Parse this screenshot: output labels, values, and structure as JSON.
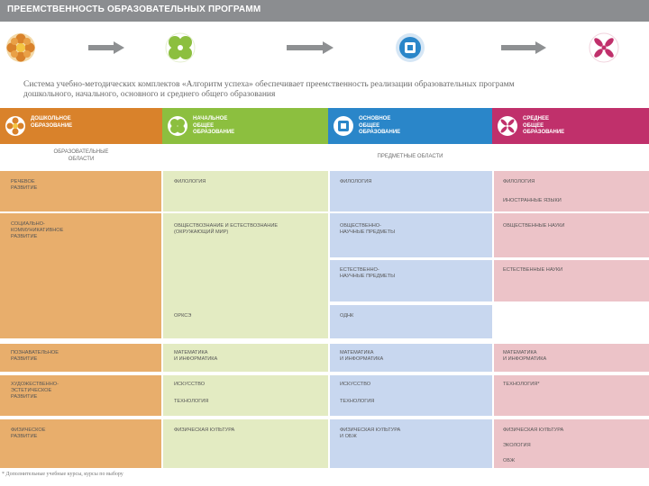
{
  "title": "ПРЕЕМСТВЕННОСТЬ ОБРАЗОВАТЕЛЬНЫХ ПРОГРАММ",
  "intro": "Система учебно-методических комплектов «Алгоритм успеха» обеспечивает преемственность реализации образовательных программ дошкольного, начального, основного и среднего общего образования",
  "levels": [
    {
      "icon": "orange-flower-icon",
      "color": "#d9822b",
      "label": "ДОШКОЛЬНОЕ\nОБРАЗОВАНИЕ"
    },
    {
      "icon": "green-clover-icon",
      "color": "#8cbf3f",
      "label": "НАЧАЛЬНОЕ\nОБЩЕЕ\nОБРАЗОВАНИЕ"
    },
    {
      "icon": "blue-square-icon",
      "color": "#2a86c9",
      "label": "ОСНОВНОЕ\nОБЩЕЕ\nОБРАЗОВАНИЕ"
    },
    {
      "icon": "crimson-x-icon",
      "color": "#c0306b",
      "label": "СРЕДНЕЕ\nОБЩЕЕ\nОБРАЗОВАНИЕ"
    }
  ],
  "column_headers": {
    "educational_areas": "ОБРАЗОВАТЕЛЬНЫЕ\nОБЛАСТИ",
    "subject_areas": "ПРЕДМЕТНЫЕ ОБЛАСТИ"
  },
  "col_colors": [
    "#e8ae6c",
    "#e3ebc2",
    "#c8d7ef",
    "#ecc3c8"
  ],
  "preschool": [
    "РЕЧЕВОЕ\nРАЗВИТИЕ",
    "СОЦИАЛЬНО-\nКОММУНИКАТИВНОЕ\nРАЗВИТИЕ",
    "ПОЗНАВАТЕЛЬНОЕ\nРАЗВИТИЕ",
    "ХУДОЖЕСТВЕННО-\nЭСТЕТИЧЕСКОЕ\nРАЗВИТИЕ",
    "ФИЗИЧЕСКОЕ\nРАЗВИТИЕ"
  ],
  "primary": [
    "ФИЛОЛОГИЯ",
    "ОБЩЕСТВОЗНАНИЕ И ЕСТЕСТВОЗНАНИЕ\n(ОКРУЖАЮЩИЙ МИР)",
    "ОРКСЭ",
    "МАТЕМАТИКА\nИ ИНФОРМАТИКА",
    "ИСКУССТВО",
    "ТЕХНОЛОГИЯ",
    "ФИЗИЧЕСКАЯ КУЛЬТУРА"
  ],
  "basic": [
    "ФИЛОЛОГИЯ",
    "ОБЩЕСТВЕННО-\nНАУЧНЫЕ ПРЕДМЕТЫ",
    "ЕСТЕСТВЕННО-\nНАУЧНЫЕ ПРЕДМЕТЫ",
    "ОДНК",
    "МАТЕМАТИКА\nИ ИНФОРМАТИКА",
    "ИСКУССТВО",
    "ТЕХНОЛОГИЯ",
    "ФИЗИЧЕСКАЯ КУЛЬТУРА\nИ ОБЖ"
  ],
  "secondary": [
    "ФИЛОЛОГИЯ",
    "ИНОСТРАННЫЕ ЯЗЫКИ",
    "ОБЩЕСТВЕННЫЕ НАУКИ",
    "ЕСТЕСТВЕННЫЕ НАУКИ",
    "МАТЕМАТИКА\nИ ИНФОРМАТИКА",
    "ТЕХНОЛОГИЯ*",
    "ФИЗИЧЕСКАЯ КУЛЬТУРА",
    "ЭКОЛОГИЯ",
    "ОБЖ"
  ],
  "footnote": "* Дополнительные учебные курсы, курсы по выбору"
}
